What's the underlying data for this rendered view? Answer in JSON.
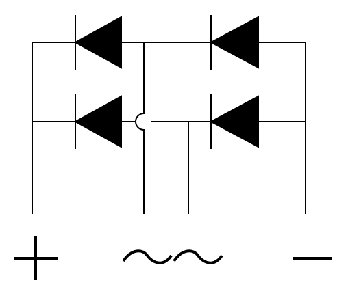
{
  "diagram": {
    "kind": "bridge-rectifier",
    "line_color": "#000000",
    "fill_color": "#000000",
    "background": "#ffffff",
    "terminals": [
      {
        "id": "plus",
        "symbol": "plus-sign"
      },
      {
        "id": "ac1",
        "symbol": "tilde"
      },
      {
        "id": "ac2",
        "symbol": "tilde"
      },
      {
        "id": "minus",
        "symbol": "minus-sign"
      }
    ],
    "diodes": [
      {
        "id": "d1",
        "row": "top",
        "position": "left",
        "direction": "left"
      },
      {
        "id": "d2",
        "row": "top",
        "position": "right",
        "direction": "left"
      },
      {
        "id": "d3",
        "row": "bottom",
        "position": "left",
        "direction": "left"
      },
      {
        "id": "d4",
        "row": "bottom",
        "position": "right",
        "direction": "left"
      }
    ],
    "crossover": "wire-hop"
  }
}
